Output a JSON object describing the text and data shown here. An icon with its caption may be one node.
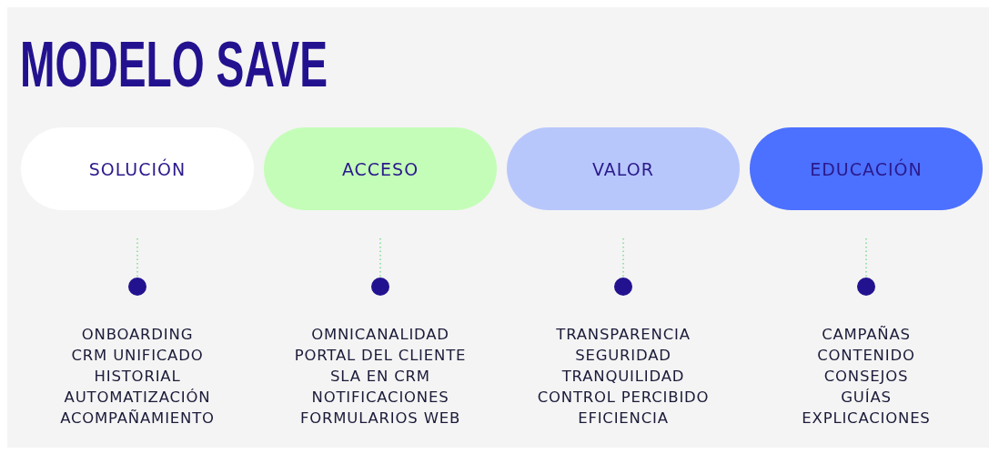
{
  "diagram": {
    "title": "MODELO SAVE",
    "nodes": [
      {
        "text": [
          "SOLUCIÓN"
        ]
      },
      {
        "text": [
          "ACCESO"
        ]
      },
      {
        "text": [
          "VALOR"
        ]
      },
      {
        "text": [
          "EDUCACIÓN"
        ]
      },
      {
        "text": [],
        "shape": "circle",
        "beside": [
          "ONBOARDING",
          "CRM UNIFICADO",
          "HISTORIAL",
          "AUTOMATIZACIÓN",
          "ACOMPAÑAMIENTO"
        ]
      },
      {
        "text": [],
        "shape": "circle",
        "beside": [
          "OMNICANALIDAD",
          "PORTAL DEL CLIENTE",
          "SLA EN CRM",
          "NOTIFICACIONES",
          "FORMULARIOS WEB"
        ]
      },
      {
        "text": [],
        "shape": "circle",
        "beside": [
          "TRANSPARENCIA",
          "SEGURIDAD",
          "TRANQUILIDAD",
          "CONTROL PERCIBIDO",
          "EFICIENCIA"
        ]
      },
      {
        "text": [],
        "shape": "circle",
        "beside": [
          "CAMPAÑAS",
          "CONTENIDO",
          "CONSEJOS",
          "GUÍAS",
          "EXPLICACIONES"
        ]
      }
    ],
    "edges": [
      {
        "from": null,
        "to": 4,
        "arrow": "none",
        "style": "dashed",
        "color": "#7ddc8f"
      },
      {
        "from": null,
        "to": 5,
        "arrow": "none",
        "style": "dashed",
        "color": "#7ddc8f"
      },
      {
        "from": null,
        "to": 6,
        "arrow": "none",
        "style": "dashed",
        "color": "#7ddc8f"
      },
      {
        "from": null,
        "to": 7,
        "arrow": "none",
        "style": "dashed",
        "color": "#7ddc8f"
      }
    ]
  }
}
